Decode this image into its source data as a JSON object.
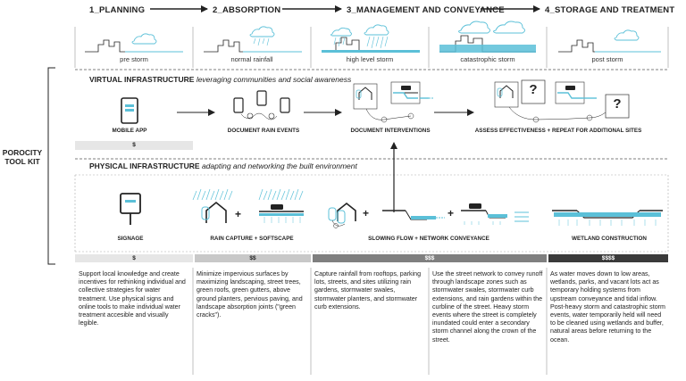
{
  "colors": {
    "accent": "#5bc0d8",
    "dark": "#222222",
    "cost1": "#e6e6e6",
    "cost2": "#c8c8c8",
    "cost3": "#7f7f7f",
    "cost4": "#3a3a3a"
  },
  "phases": [
    {
      "label": "1_PLANNING"
    },
    {
      "label": "2_ABSORPTION"
    },
    {
      "label": "3_MANAGEMENT AND CONVEYANCE"
    },
    {
      "label": "4_STORAGE AND TREATMENT"
    }
  ],
  "storms": [
    "pre storm",
    "normal rainfall",
    "high level storm",
    "catastrophic storm",
    "post storm"
  ],
  "toolkit": {
    "line1": "POROCITY",
    "line2": "TOOL KIT"
  },
  "virtual": {
    "title": "VIRTUAL INFRASTRUCTURE",
    "subtitle": "leveraging communities and social awareness",
    "items": [
      {
        "label": "MOBILE APP"
      },
      {
        "label": "DOCUMENT RAIN EVENTS"
      },
      {
        "label": "DOCUMENT INTERVENTIONS"
      },
      {
        "label": "ASSESS EFFECTIVENESS + REPEAT FOR ADDITIONAL SITES"
      }
    ],
    "cost": "$"
  },
  "physical": {
    "title": "PHYSICAL INFRASTRUCTURE",
    "subtitle": "adapting and networking the built environment",
    "items": [
      {
        "label": "SIGNAGE"
      },
      {
        "label": "RAIN CAPTURE + SOFTSCAPE"
      },
      {
        "label": "SLOWING FLOW + NETWORK CONVEYANCE"
      },
      {
        "label": "WETLAND CONSTRUCTION"
      }
    ]
  },
  "question_mark": "?",
  "plus": "+",
  "costs": [
    "$",
    "$$",
    "$$$",
    "$$$$"
  ],
  "descriptions": [
    "Support local knowledge and create incentives for rethinking individual and collective strategies for water treatment. Use physical signs and online tools to make individual water treatment accesible and visually legible.",
    "Minimize impervious surfaces by maximizing landscaping, street trees, green roofs, green gutters, above ground planters, pervious paving, and landscape absorption joints (\"green cracks\").",
    "Capture rainfall from rooftops, parking lots, streets, and sites utilizing rain gardens, stormwater swales, stormwater planters, and stormwater curb extensions.",
    "Use the street network to convey runoff through landscape zones such as stormwater swales, stormwater curb extensions, and rain gardens within the curbline of the street. Heavy storm events where the street is completely inundated could enter a secondary storm channel along the crown of the street.",
    "As water moves down to low areas, wetlands, parks, and vacant lots act as temporary holding systems from upstream conveyance and tidal inflow. Post-heavy storm and catastrophic storm events, water temporarily held will need to be cleaned using wetlands and buffer, natural areas before returning to the ocean."
  ]
}
